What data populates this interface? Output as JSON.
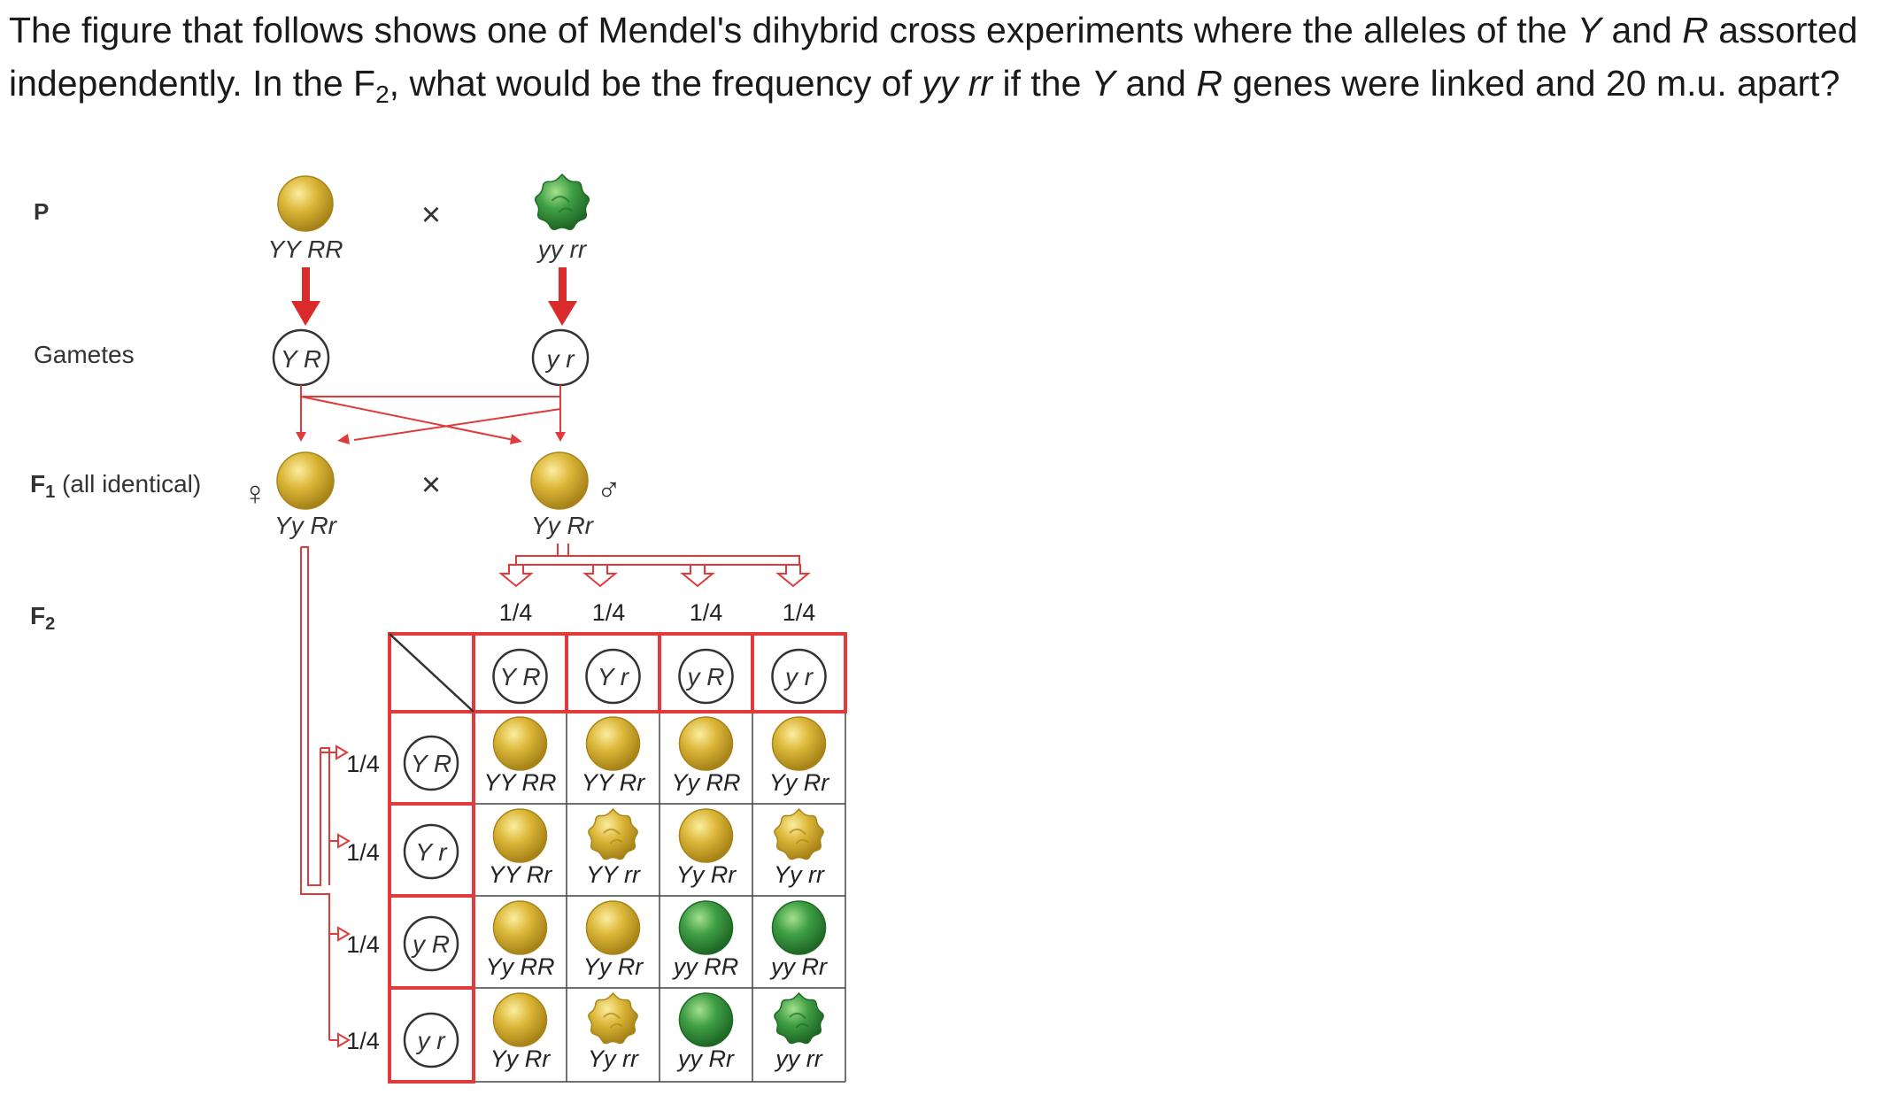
{
  "question": {
    "t1": "The figure that follows shows one of Mendel's dihybrid cross experiments where the alleles of the ",
    "y": "Y",
    "t2": " and ",
    "r": "R",
    "t3": " assorted independently.  In the F",
    "sub": "2",
    "t4": ", what would be the frequency of ",
    "yyrr": "yy rr",
    "t5": " if the ",
    "y2": "Y",
    "t6": " and ",
    "r2": "R",
    "t7": " genes were linked and 20 m.u. apart?"
  },
  "labels": {
    "p": "P",
    "gametes": "Gametes",
    "f1_main": "F",
    "f1_sub": "1",
    "f1_rest": " (all identical)",
    "f2_main": "F",
    "f2_sub": "2",
    "cross": "×",
    "female": "♀",
    "male": "♂"
  },
  "parents": {
    "left_genotype": "YY RR",
    "right_genotype": "yy rr",
    "left_gamete": "Y R",
    "right_gamete": "y r"
  },
  "f1": {
    "left_genotype": "Yy Rr",
    "right_genotype": "Yy Rr"
  },
  "punnett": {
    "col_freqs": [
      "1/4",
      "1/4",
      "1/4",
      "1/4"
    ],
    "col_gametes": [
      "Y R",
      "Y r",
      "y R",
      "y r"
    ],
    "row_freqs": [
      "1/4",
      "1/4",
      "1/4",
      "1/4"
    ],
    "row_gametes": [
      "Y R",
      "Y r",
      "y R",
      "y r"
    ],
    "cells": [
      [
        "YY RR",
        "YY Rr",
        "Yy RR",
        "Yy Rr"
      ],
      [
        "YY Rr",
        "YY rr",
        "Yy Rr",
        "Yy rr"
      ],
      [
        "Yy RR",
        "Yy Rr",
        "yy RR",
        "yy Rr"
      ],
      [
        "Yy Rr",
        "Yy rr",
        "yy Rr",
        "yy rr"
      ]
    ],
    "phenotypes": [
      [
        "yellow-round",
        "yellow-round",
        "yellow-round",
        "yellow-round"
      ],
      [
        "yellow-round",
        "yellow-wrinkled",
        "yellow-round",
        "yellow-wrinkled"
      ],
      [
        "yellow-round",
        "yellow-round",
        "green-round",
        "green-round"
      ],
      [
        "yellow-round",
        "yellow-wrinkled",
        "green-round",
        "green-wrinkled"
      ]
    ]
  },
  "colors": {
    "yellow": "#d9b436",
    "yellow_dark": "#a8861a",
    "yellow_light": "#f2dc7a",
    "green": "#3c9e42",
    "green_dark": "#1f6b25",
    "green_light": "#8fd17c",
    "red": "#e03a3a",
    "arrow_red": "#d92b2b"
  }
}
